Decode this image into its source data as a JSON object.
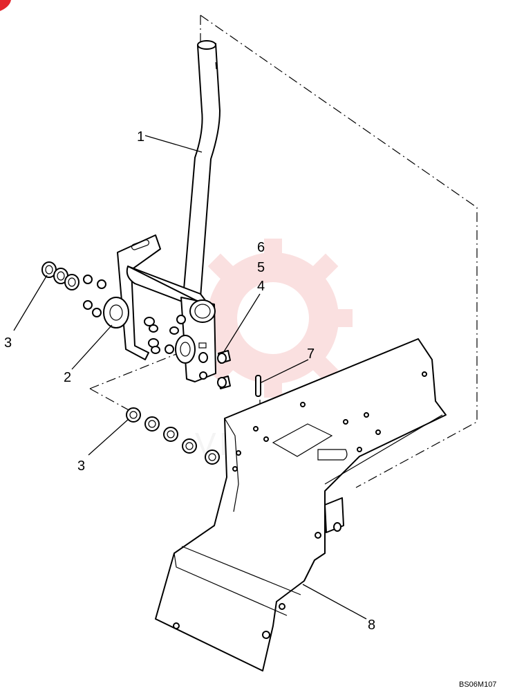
{
  "diagram": {
    "callouts": [
      {
        "id": "c1",
        "label": "1"
      },
      {
        "id": "c2",
        "label": "2"
      },
      {
        "id": "c3a",
        "label": "3"
      },
      {
        "id": "c3b",
        "label": "3"
      },
      {
        "id": "c4",
        "label": "4"
      },
      {
        "id": "c5",
        "label": "5"
      },
      {
        "id": "c6",
        "label": "6"
      },
      {
        "id": "c7",
        "label": "7"
      },
      {
        "id": "c8",
        "label": "8"
      }
    ],
    "drawing_code": "BS06M107",
    "watermark_text": "VIHTEX"
  }
}
